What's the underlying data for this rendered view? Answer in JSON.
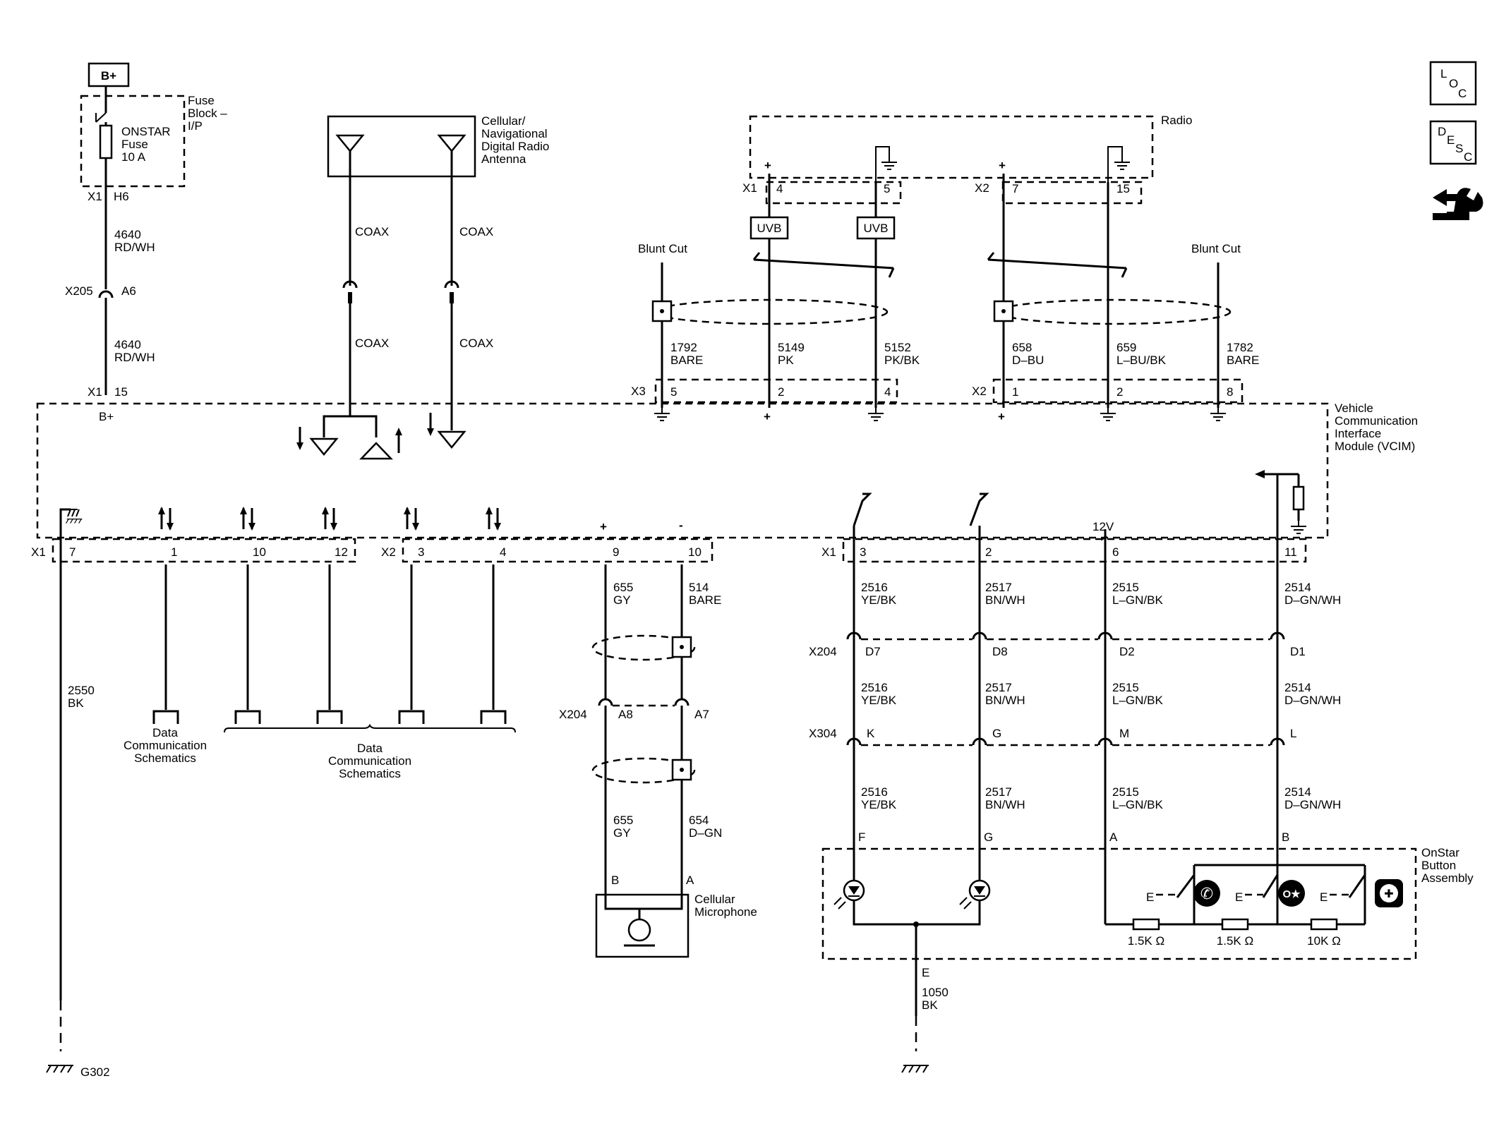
{
  "power": {
    "bplus_box": "B+",
    "fuse_block": "Fuse\nBlock –\nI/P",
    "fuse_name": "ONSTAR\nFuse\n10 A",
    "x1": "X1",
    "h6": "H6",
    "circuit_top": "4640\nRD/WH",
    "x205": "X205",
    "a6": "A6",
    "circuit_bottom": "4640\nRD/WH",
    "x1_bottom": "X1",
    "pin15": "15",
    "bplus_pin": "B+"
  },
  "antenna": {
    "label": "Cellular/\nNavigational\nDigital Radio\nAntenna",
    "coax": "COAX"
  },
  "radio": {
    "label": "Radio",
    "x1": "X1",
    "x2": "X2",
    "x3": "X3",
    "x2_bottom": "X2",
    "pins_top": [
      "4",
      "5",
      "7",
      "15"
    ],
    "uvb": "UVB",
    "blunt_cut": "Blunt Cut",
    "circuits": [
      {
        "id": "1792",
        "color": "BARE",
        "pin": "5"
      },
      {
        "id": "5149",
        "color": "PK",
        "pin": "2"
      },
      {
        "id": "5152",
        "color": "PK/BK",
        "pin": "4"
      },
      {
        "id": "658",
        "color": "D–BU",
        "pin": "1"
      },
      {
        "id": "659",
        "color": "L–BU/BK",
        "pin": "2"
      },
      {
        "id": "1782",
        "color": "BARE",
        "pin": "8"
      }
    ]
  },
  "vcim": {
    "label": "Vehicle\nCommunication\nInterface\nModule (VCIM)",
    "x1": "X1",
    "x2": "X2",
    "x1_right": "X1",
    "v12": "12V",
    "pins_left": [
      "7",
      "1",
      "10",
      "12",
      "3",
      "4",
      "9",
      "10"
    ],
    "pins_right": [
      "3",
      "2",
      "6",
      "11"
    ]
  },
  "ground_left": {
    "circuit": "2550\nBK",
    "ground": "G302"
  },
  "data_comm": {
    "single": "Data\nCommunication\nSchematics",
    "group": "Data\nCommunication\nSchematics"
  },
  "microphone": {
    "c655": "655\nGY",
    "c514": "514\nBARE",
    "x204": "X204",
    "a8": "A8",
    "a7": "A7",
    "c655b": "655\nGY",
    "c654": "654\nD–GN",
    "pin_b": "B",
    "pin_a": "A",
    "label": "Cellular\nMicrophone",
    "plus": "+",
    "minus": "-"
  },
  "buttons": {
    "x204": "X204",
    "x304": "X304",
    "columns": [
      {
        "circuit": "2516\nYE/BK",
        "x204": "D7",
        "x304": "K",
        "assy": "F"
      },
      {
        "circuit": "2517\nBN/WH",
        "x204": "D8",
        "x304": "G",
        "assy": "G"
      },
      {
        "circuit": "2515\nL–GN/BK",
        "x204": "D2",
        "x304": "M",
        "assy": "A"
      },
      {
        "circuit": "2514\nD–GN/WH",
        "x204": "D1",
        "x304": "L",
        "assy": "B"
      }
    ],
    "assembly": "OnStar\nButton\nAssembly",
    "resistors": [
      "1.5K Ω",
      "1.5K Ω",
      "10K Ω"
    ],
    "ground_pin": "E",
    "ground_circuit": "1050\nBK"
  },
  "icons": {
    "loc": [
      "L",
      "O",
      "C"
    ],
    "desc": [
      "D",
      "E",
      "S",
      "C"
    ]
  }
}
